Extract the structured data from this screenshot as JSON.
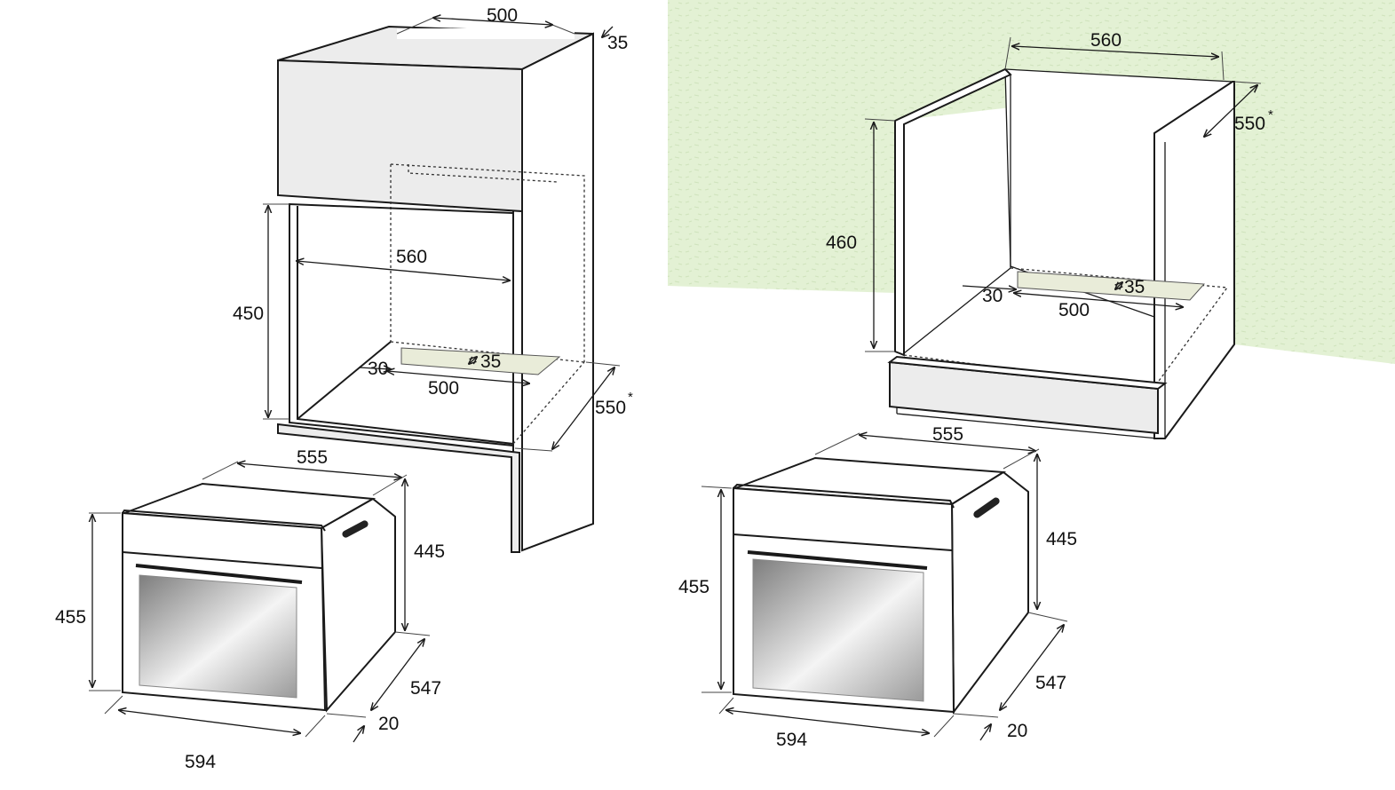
{
  "colors": {
    "wall": "#e3f1d4",
    "slot": "#e9ecd9",
    "line": "#1a1a1a",
    "panel_grey": "#ececec"
  },
  "left_installation": {
    "cabinet_top_width": "500",
    "cabinet_top_depth": "35",
    "niche_width": "560",
    "niche_height": "450",
    "vent_offset": "30",
    "vent_depth": "35",
    "vent_width": "500",
    "niche_depth": "550",
    "niche_depth_note": "*"
  },
  "left_oven": {
    "body_width": "555",
    "body_height": "445",
    "front_height": "455",
    "body_depth": "547",
    "front_thickness": "20",
    "front_width": "594"
  },
  "right_installation": {
    "niche_width": "560",
    "niche_depth": "550",
    "niche_depth_note": "*",
    "niche_height": "460",
    "vent_offset": "30",
    "vent_depth": "35",
    "vent_width": "500"
  },
  "right_oven": {
    "body_width": "555",
    "body_height": "445",
    "front_height": "455",
    "body_depth": "547",
    "front_thickness": "20",
    "front_width": "594"
  }
}
